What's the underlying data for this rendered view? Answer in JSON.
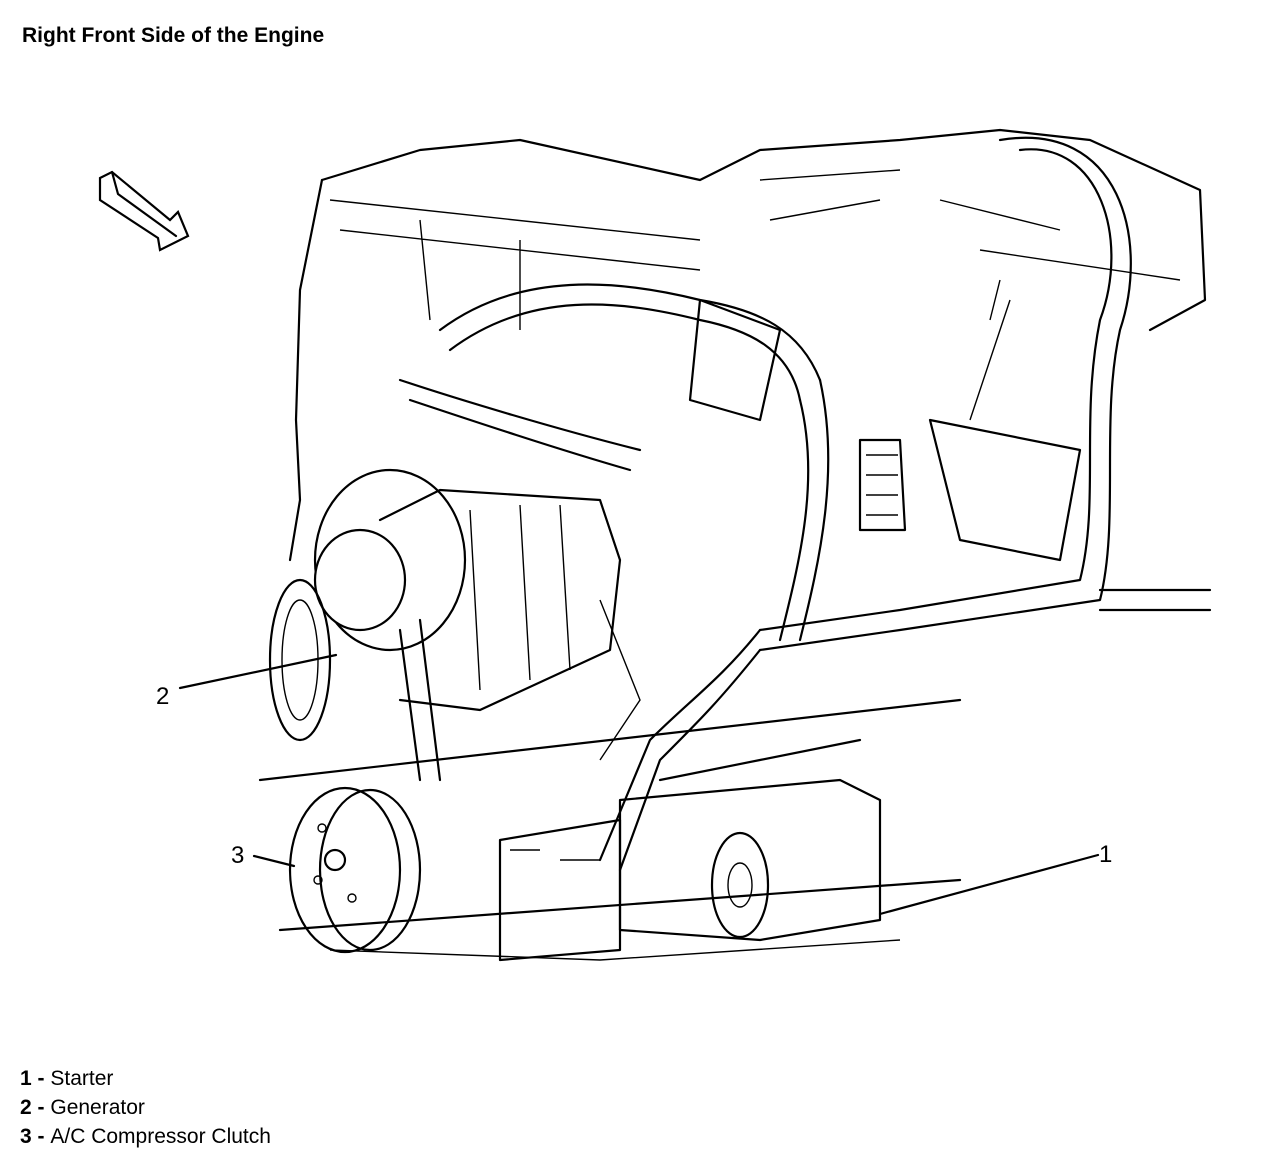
{
  "title": "Right Front Side of the Engine",
  "callouts": [
    {
      "id": "1",
      "label": "1"
    },
    {
      "id": "2",
      "label": "2"
    },
    {
      "id": "3",
      "label": "3"
    }
  ],
  "legend": [
    {
      "num": "1",
      "sep": " - ",
      "text": "Starter"
    },
    {
      "num": "2",
      "sep": " - ",
      "text": "Generator"
    },
    {
      "num": "3",
      "sep": " - ",
      "text": "A/C Compressor Clutch"
    }
  ]
}
